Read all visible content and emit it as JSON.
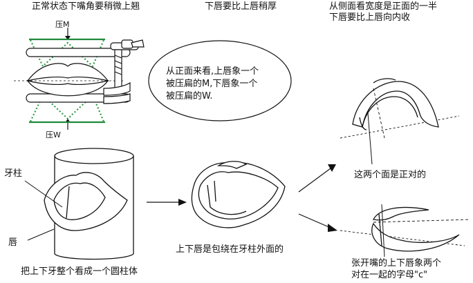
{
  "captions": {
    "top_left": "正常状态下嘴角要稍微上翘",
    "top_middle": "下唇要比上唇稍厚",
    "top_right_line1": "从侧面看宽度是正面的一半",
    "top_right_line2": "下唇要比上唇向内收",
    "press_m": "压M",
    "press_w": "压W",
    "bubble_line1": "从正面来看,上唇象一个",
    "bubble_line2": "被压扁的M,下唇象一个",
    "bubble_line3": "被压扁的W.",
    "label_teeth_pillar": "牙柱",
    "label_lip": "唇",
    "bottom_left": "把上下牙整个看成一个圆柱体",
    "bottom_middle": "上下唇是包绕在牙柱外面的",
    "faces_opposite": "这两个面是正对的",
    "c_line1": "张开嘴的上下唇象两个",
    "c_line2": "对在一起的字母\"c\""
  },
  "colors": {
    "ink": "#111111",
    "guide_green": "#1f8a3a",
    "dash_green": "#2e9a44"
  }
}
